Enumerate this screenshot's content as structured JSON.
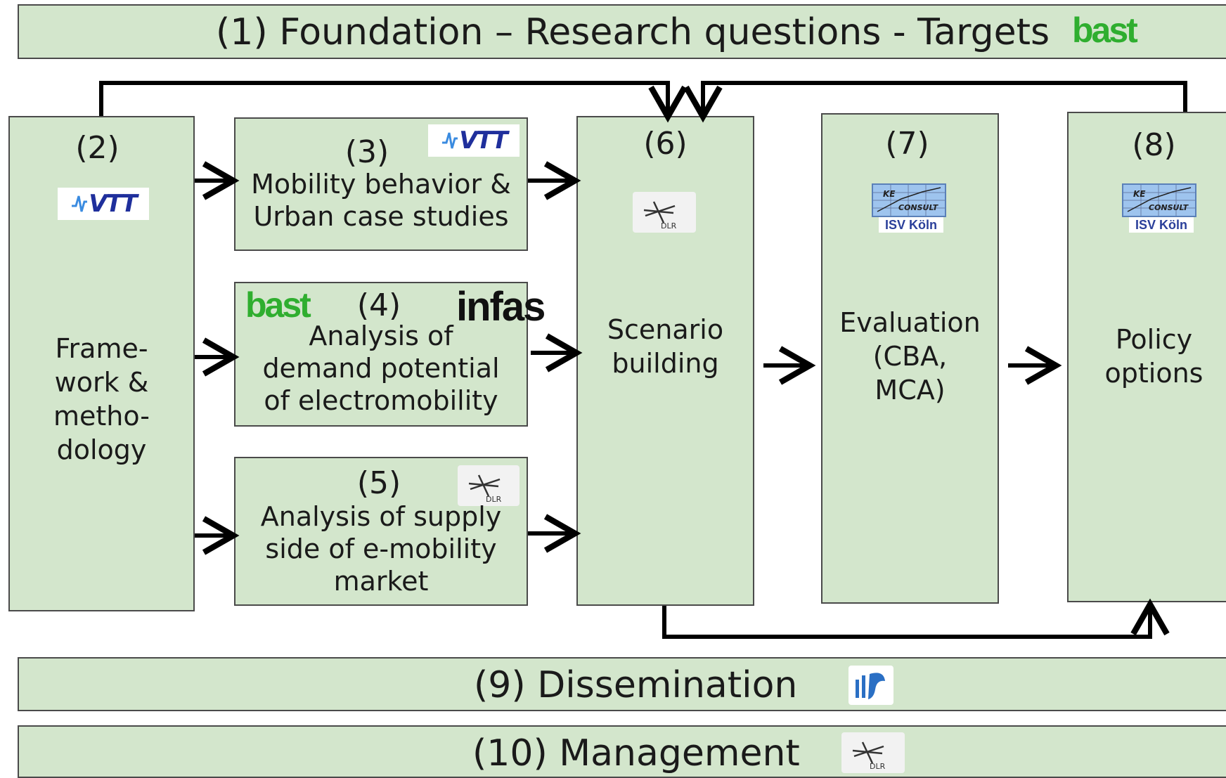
{
  "foundation": {
    "title": "(1) Foundation – Research questions - Targets",
    "logo": "bast"
  },
  "boxes": {
    "b2": {
      "number": "(2)",
      "lines": [
        "Frame-",
        "work &",
        "metho-",
        "dology"
      ],
      "logo": "VTT"
    },
    "b3": {
      "number": "(3)",
      "lines": [
        "Mobility behavior &",
        "Urban case studies"
      ],
      "logo": "VTT"
    },
    "b4": {
      "number": "(4)",
      "lines": [
        "Analysis of",
        "demand potential",
        "of electromobility"
      ],
      "logo_left": "bast",
      "logo_right": "infas"
    },
    "b5": {
      "number": "(5)",
      "lines": [
        "Analysis of supply",
        "side of e-mobility",
        "market"
      ],
      "logo": "DLR"
    },
    "b6": {
      "number": "(6)",
      "lines": [
        "Scenario",
        "building"
      ],
      "logo": "DLR"
    },
    "b7": {
      "number": "(7)",
      "lines": [
        "Evaluation",
        "(CBA,",
        "MCA)"
      ],
      "logo": "KE-CONSULT / ISV Köln"
    },
    "b8": {
      "number": "(8)",
      "lines": [
        "Policy",
        "options"
      ],
      "logo": "KE-CONSULT / ISV Köln"
    }
  },
  "dissemination": {
    "title": "(9) Dissemination",
    "logo": "ifs-icon"
  },
  "management": {
    "title": "(10) Management",
    "logo": "DLR"
  },
  "logo_text": {
    "vtt": "VTT",
    "bast": "bast",
    "infas": "infas",
    "dlr": "DLR",
    "ke": "KE",
    "consult": "CONSULT",
    "isv": "ISV Köln"
  },
  "colors": {
    "box_fill": "#d3e6cc",
    "border": "#4a4a4a",
    "arrow": "#000000",
    "bast_green": "#2fae2f",
    "vtt_blue": "#1f2f9c"
  }
}
